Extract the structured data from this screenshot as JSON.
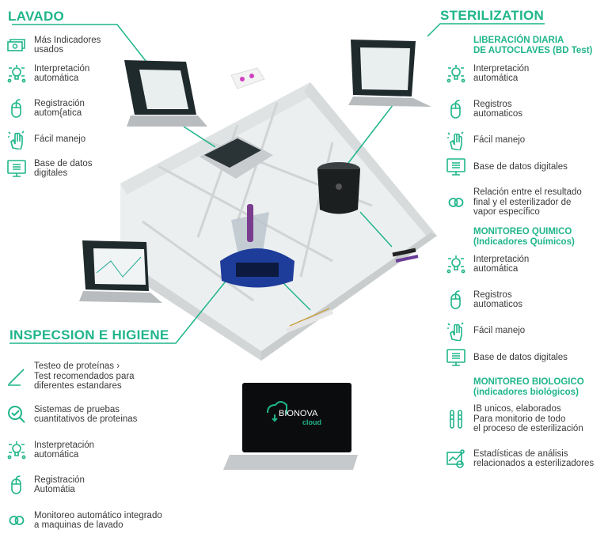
{
  "lavado": {
    "title": "LAVADO",
    "items": [
      {
        "icon": "money-icon",
        "text": "Más Indicadores\nusados"
      },
      {
        "icon": "brain-gear-icon",
        "text": "Interpretación\nautomática"
      },
      {
        "icon": "mouse-icon",
        "text": "Registración\nautom{atica"
      },
      {
        "icon": "hand-touch-icon",
        "text": "Fácil manejo"
      },
      {
        "icon": "database-monitor-icon",
        "text": "Base de datos\ndigitales"
      }
    ]
  },
  "sterilization": {
    "title": "STERILIZATION",
    "sections": [
      {
        "heading": "LIBERACIÓN DIARIA\nDE AUTOCLAVES (BD Test)",
        "items": [
          {
            "icon": "brain-gear-icon",
            "text": "Interpretación\nautomática"
          },
          {
            "icon": "mouse-icon",
            "text": "Registros\nautomaticos"
          },
          {
            "icon": "hand-touch-icon",
            "text": "Fácil manejo"
          },
          {
            "icon": "database-monitor-icon",
            "text": "Base de datos digitales"
          },
          {
            "icon": "link-icon",
            "text": "Relación entre el resultado\nfinal y el esterilizador de\nvapor específico"
          }
        ]
      },
      {
        "heading": "MONITOREO QUIMICO\n(Indicadores Químicos)",
        "items": [
          {
            "icon": "brain-gear-icon",
            "text": "Interpretación\nautomática"
          },
          {
            "icon": "mouse-icon",
            "text": "Registros\nautomaticos"
          },
          {
            "icon": "hand-touch-icon",
            "text": "Fácil manejo"
          },
          {
            "icon": "database-monitor-icon",
            "text": "Base de datos digitales"
          }
        ]
      },
      {
        "heading": "MONITOREO BIOLOGICO\n(indicadores biológicos)",
        "items": [
          {
            "icon": "test-tubes-icon",
            "text": "IB unicos,  elaborados\nPara monitorio de todo\nel proceso de esterilización"
          },
          {
            "icon": "statistics-chart-icon",
            "text": "Estadísticas de análisis\nrelacionados a esterilizadores"
          }
        ]
      }
    ]
  },
  "inspeccion": {
    "title": "INSPECSION E HIGIENE",
    "items": [
      {
        "icon": "swab-pen-icon",
        "text": "Testeo de proteínas ›\nTest recomendados para\ndiferentes estandares"
      },
      {
        "icon": "magnifier-check-icon",
        "text": "Sistemas de pruebas\ncuantitativos de proteinas"
      },
      {
        "icon": "brain-gear-icon",
        "text": "Insterpretación\nautomática"
      },
      {
        "icon": "mouse-icon",
        "text": "Registración\nAutomátia"
      },
      {
        "icon": "link-icon",
        "text": "Monitoreo automático integrado\na maquinas de lavado"
      }
    ]
  },
  "logo": {
    "brand": "BIONOVA",
    "suffix": "cloud"
  },
  "colors": {
    "accent": "#1fb58a",
    "text": "#3a3a3a"
  }
}
